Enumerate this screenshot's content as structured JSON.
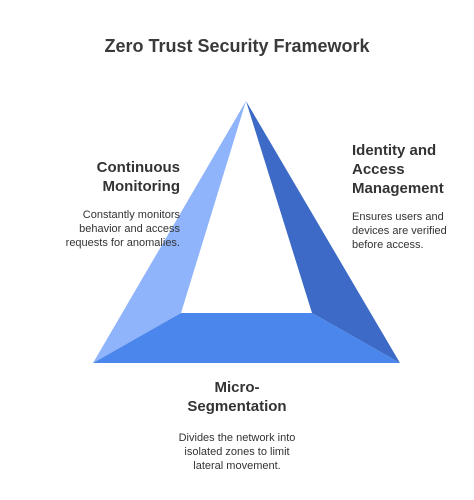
{
  "title": "Zero Trust Security Framework",
  "colors": {
    "left_side": "#8fb4fb",
    "right_side": "#3c6ac6",
    "bottom_side": "#4a86ec"
  },
  "sections": {
    "continuous_monitoring": {
      "heading": "Continuous\nMonitoring",
      "description": "Constantly monitors\nbehavior and access\nrequests for anomalies."
    },
    "identity_access": {
      "heading": "Identity and\nAccess\nManagement",
      "description": "Ensures users and\ndevices are verified\nbefore access."
    },
    "micro_segmentation": {
      "heading": "Micro-\nSegmentation",
      "description": "Divides the network into\nisolated zones to limit\nlateral movement."
    }
  }
}
